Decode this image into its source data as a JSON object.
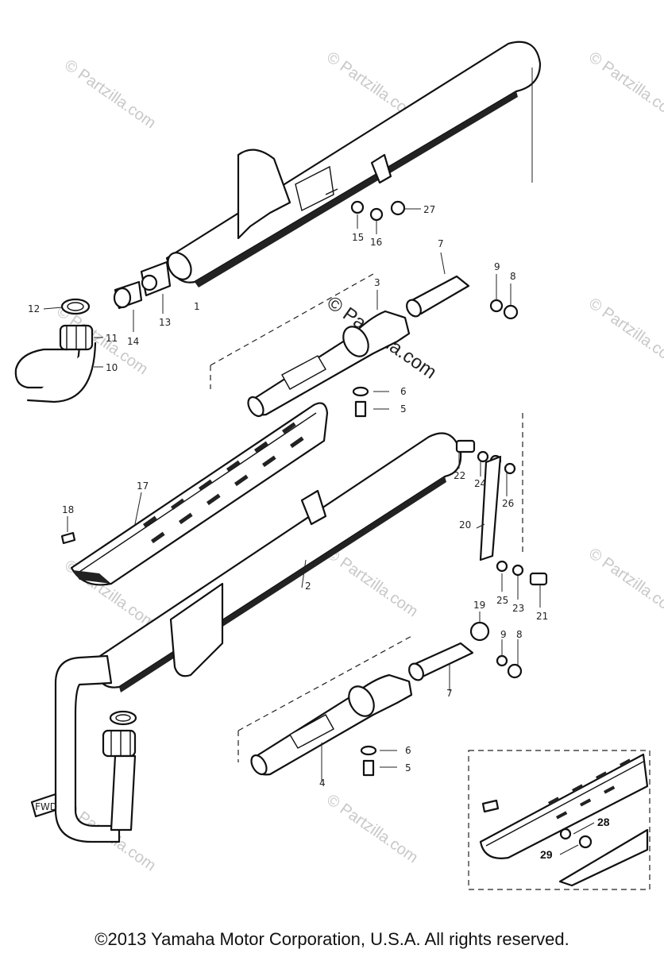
{
  "watermarks": {
    "faint": "© Partzilla.com",
    "dark": "© Partzilla.com"
  },
  "callouts": {
    "c1": "1",
    "c2": "2",
    "c3": "3",
    "c4": "4",
    "c5a": "5",
    "c5b": "5",
    "c6a": "6",
    "c6b": "6",
    "c7a": "7",
    "c7b": "7",
    "c8a": "8",
    "c8b": "8",
    "c9a": "9",
    "c9b": "9",
    "c10": "10",
    "c11": "11",
    "c12": "12",
    "c13": "13",
    "c14": "14",
    "c15": "15",
    "c16": "16",
    "c17": "17",
    "c18": "18",
    "c19": "19",
    "c20": "20",
    "c21": "21",
    "c22": "22",
    "c23": "23",
    "c24": "24",
    "c25": "25",
    "c26": "26",
    "c27": "27",
    "c28": "28",
    "c29": "29"
  },
  "fwd_label": "FWD",
  "copyright": "©2013 Yamaha Motor Corporation, U.S.A. All rights reserved."
}
